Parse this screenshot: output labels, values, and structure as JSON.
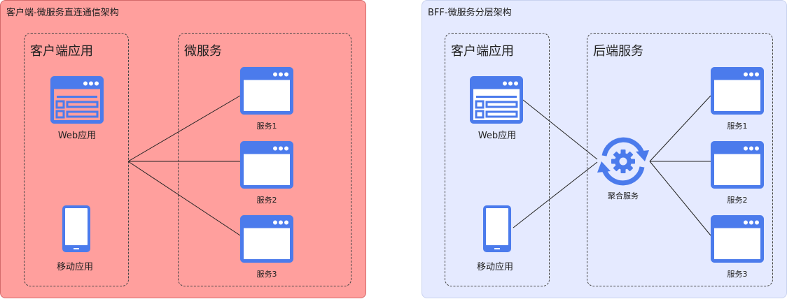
{
  "left_panel": {
    "title": "客户端-微服务直连通信架构",
    "client_group": {
      "title": "客户端应用",
      "web_label": "Web应用",
      "mobile_label": "移动应用"
    },
    "service_group": {
      "title": "微服务",
      "services": [
        "服务1",
        "服务2",
        "服务3"
      ]
    }
  },
  "right_panel": {
    "title": "BFF-微服务分层架构",
    "client_group": {
      "title": "客户端应用",
      "web_label": "Web应用",
      "mobile_label": "移动应用"
    },
    "aggregator_label": "聚合服务",
    "backend_group": {
      "title": "后端服务",
      "services": [
        "服务1",
        "服务2",
        "服务3"
      ]
    }
  },
  "colors": {
    "icon_blue": "#4b7bec",
    "left_bg": "#ff9f9d",
    "right_bg": "#e5eaff"
  },
  "icons": [
    "web-app-icon",
    "mobile-phone-icon",
    "browser-window-icon",
    "sync-gear-icon"
  ]
}
